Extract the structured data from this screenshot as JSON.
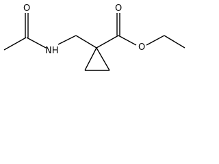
{
  "molecule": {
    "atoms": {
      "o_acetyl": "O",
      "n_amide": "NH",
      "o_carbonyl": "O",
      "o_ester": "O"
    }
  },
  "colors": {
    "background": "#ffffff",
    "ink": "#000000"
  }
}
